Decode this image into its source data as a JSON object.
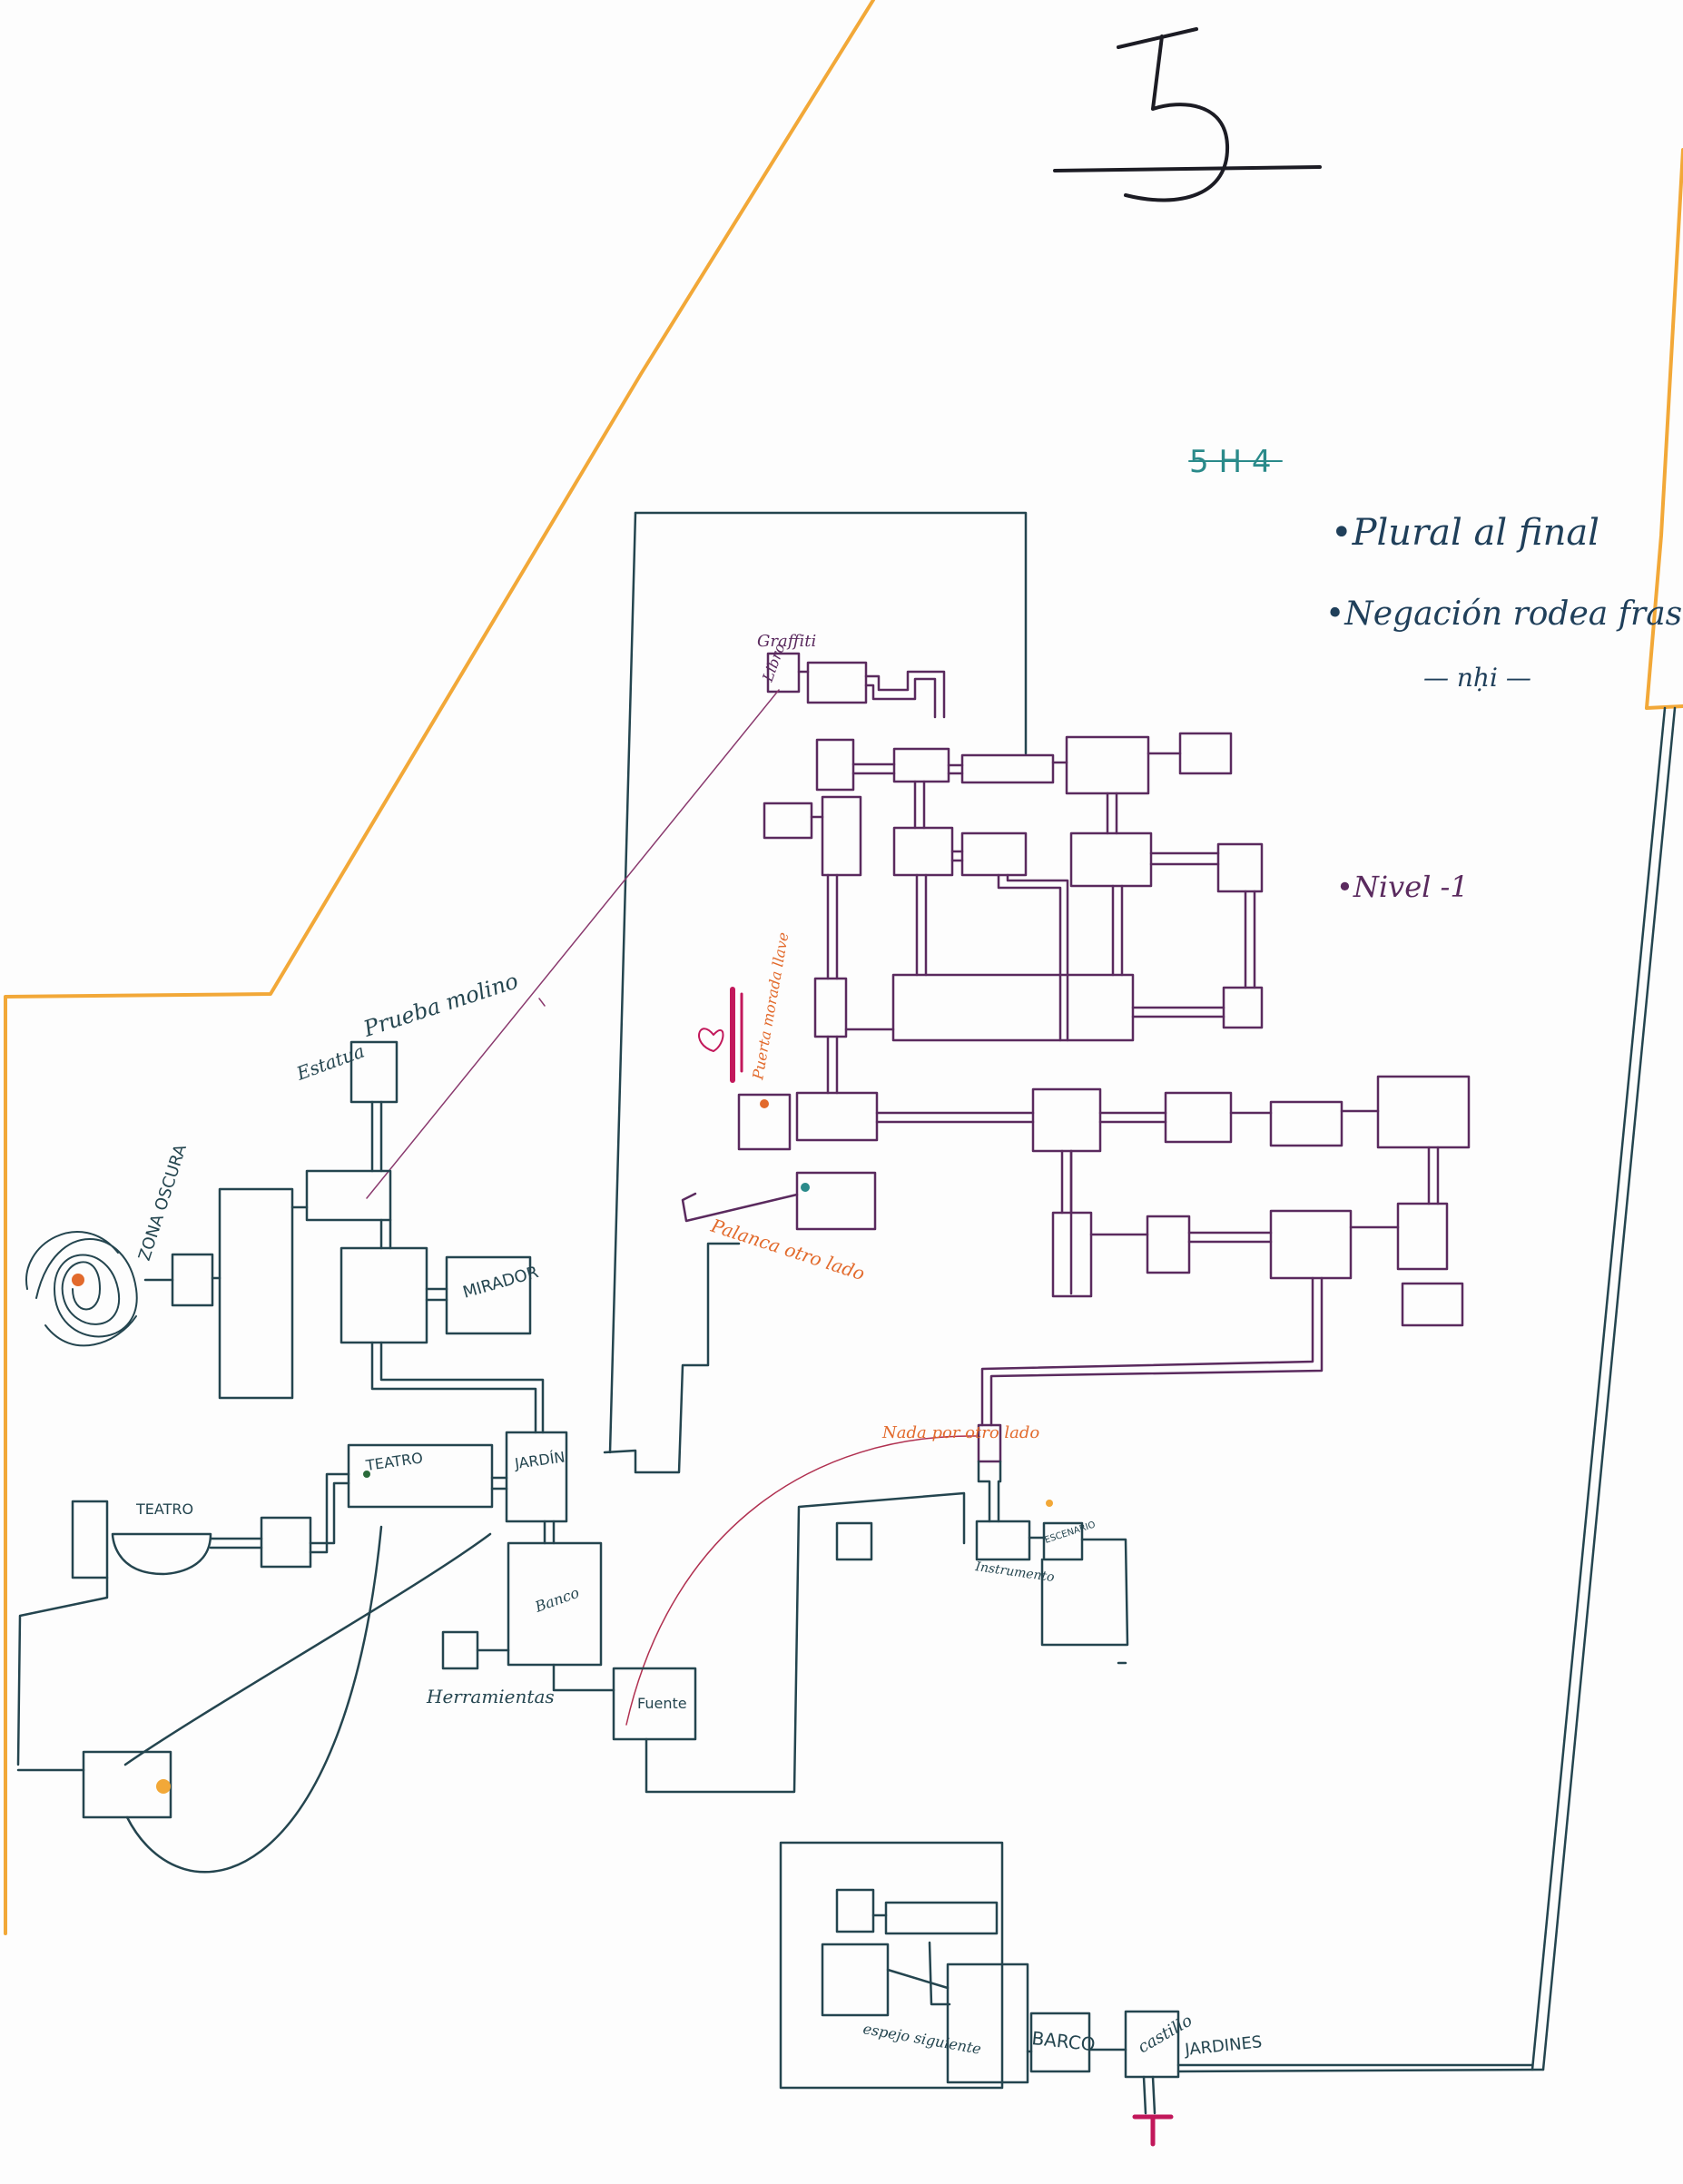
{
  "header": {
    "glyph": "5",
    "small_glyphs": "5 H 4"
  },
  "notes": {
    "line1": "•Plural al final",
    "line2": "•Negación rodea frase",
    "line3": "— nḥi —",
    "level": "•Nivel -1"
  },
  "labels": {
    "graffiti": "Graffiti",
    "libro": "Libro",
    "puerta_llave": "Puerta morada llave",
    "palanca": "Palanca otro lado",
    "estatua": "Estatua",
    "prueba_molino": "Prueba molino",
    "zona_oscura": "ZONA OSCURA",
    "mirador": "MIRADOR",
    "teatro_small": "TEATRO",
    "teatro": "TEATRO",
    "jardin": "JARDÍN",
    "banco": "Banco",
    "herramientas": "Herramientas",
    "fuente": "Fuente",
    "nada": "Nada por otro lado",
    "instrumento": "Instrumento",
    "escenario": "ESCENARIO",
    "barco": "BARCO",
    "castillo": "castillo",
    "jardines": "JARDINES",
    "espejo": "espejo siguiente"
  },
  "colors": {
    "dark": "#24454f",
    "purple": "#5a2a5e",
    "orange": "#f2a838",
    "teal": "#2a8a8a",
    "red_orange": "#e26a2c",
    "crimson": "#c2185b",
    "ink": "#1c1c24"
  }
}
